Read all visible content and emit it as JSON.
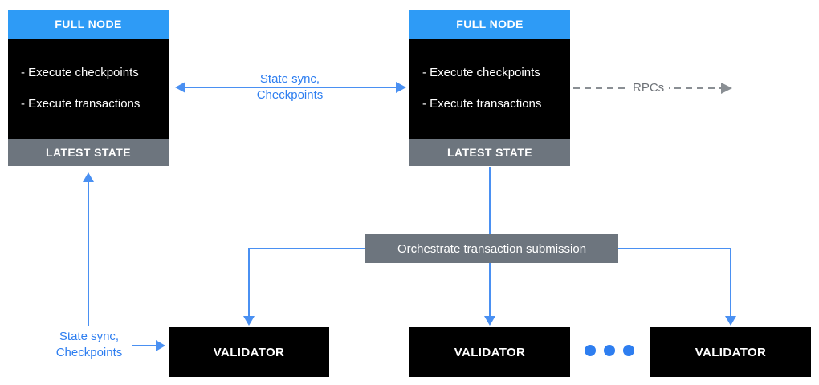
{
  "colors": {
    "header_blue": "#2E9BF6",
    "node_black": "#000000",
    "state_gray": "#6D757E",
    "arrow_blue": "#4A90F2",
    "label_blue": "#2E7EF0",
    "rpc_gray": "#8A8F94"
  },
  "full_node_left": {
    "title": "FULL NODE",
    "items": [
      "- Execute checkpoints",
      "- Execute transactions"
    ],
    "state_label": "LATEST STATE"
  },
  "full_node_right": {
    "title": "FULL NODE",
    "items": [
      "- Execute checkpoints",
      "- Execute transactions"
    ],
    "state_label": "LATEST STATE"
  },
  "labels": {
    "state_sync_top": "State sync,\nCheckpoints",
    "rpcs": "RPCs",
    "orchestrate": "Orchestrate transaction submission",
    "state_sync_bottom": "State sync,\nCheckpoints"
  },
  "validators": [
    {
      "label": "VALIDATOR"
    },
    {
      "label": "VALIDATOR"
    },
    {
      "label": "VALIDATOR"
    }
  ]
}
